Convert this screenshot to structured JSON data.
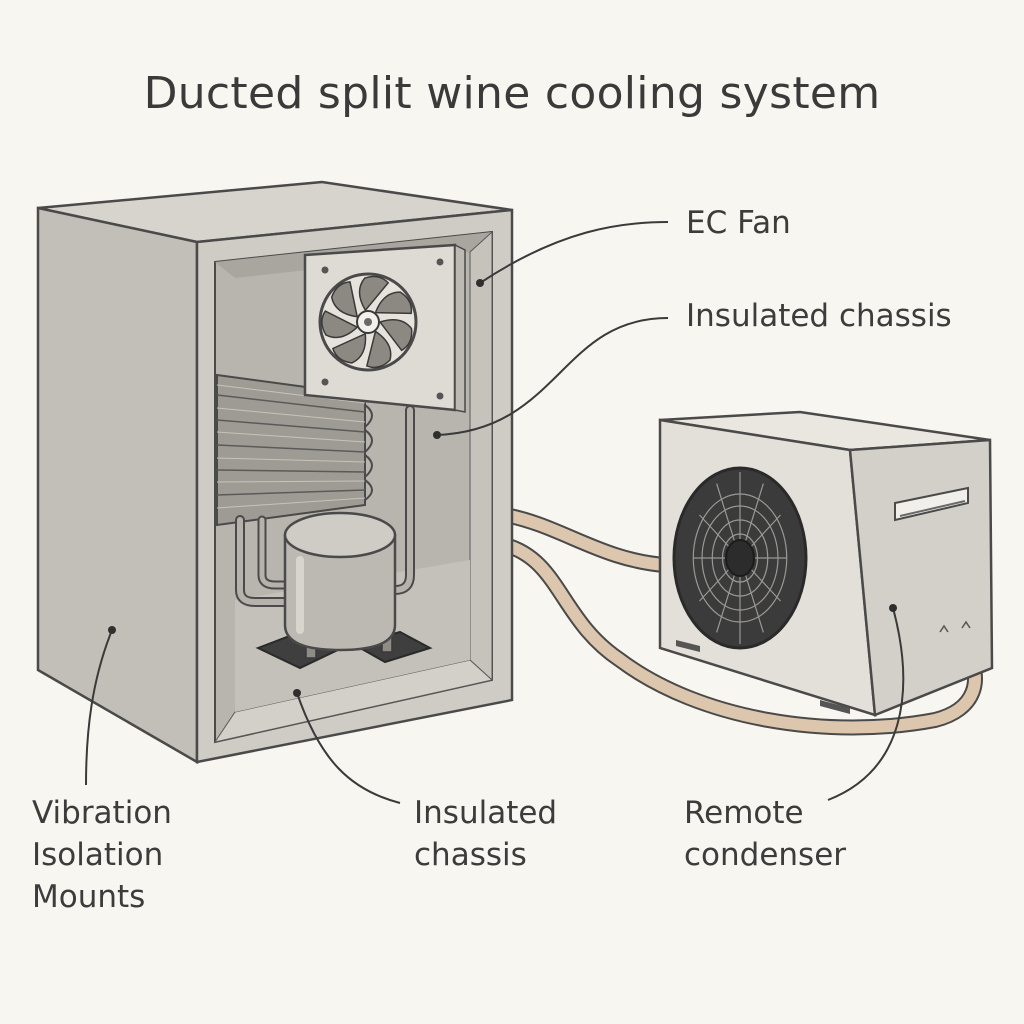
{
  "title": "Ducted split wine cooling system",
  "labels": {
    "ec_fan": "EC Fan",
    "insulated_chassis_top": "Insulated chassis",
    "vibration_mounts": [
      "Vibration",
      "Isolation",
      "Mounts"
    ],
    "insulated_chassis_bottom": [
      "Insulated",
      "chassis"
    ],
    "remote_condenser": [
      "Remote",
      "condenser"
    ]
  },
  "colors": {
    "background": "#f8f6f1",
    "cabinet": "#c9c6c0",
    "cabinet_dark": "#a9a6a0",
    "interior": "#bdbab4",
    "condenser_body": "#e3e0d9",
    "fan_dark": "#3f3f3f",
    "copper_line": "#d9c3aa",
    "outline": "#4a4a4a"
  }
}
